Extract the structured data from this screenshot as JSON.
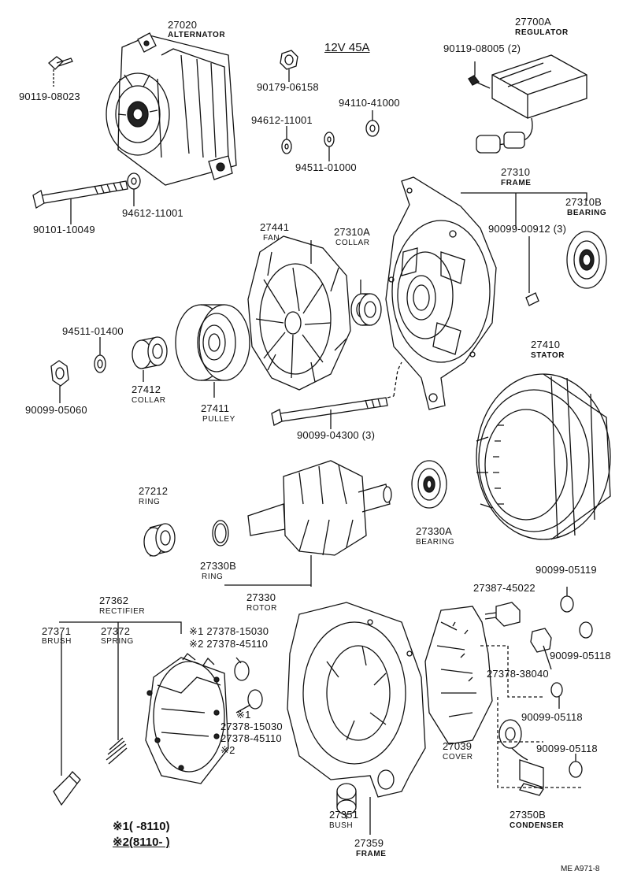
{
  "spec": "12V 45A",
  "parts": {
    "p27020": {
      "no": "27020",
      "name": "ALTERNATOR"
    },
    "p27700a": {
      "no": "27700A",
      "name": "REGULATOR"
    },
    "p90119_08005": {
      "no": "90119-08005 (2)"
    },
    "p90119_08023": {
      "no": "90119-08023"
    },
    "p90179": {
      "no": "90179-06158"
    },
    "p94110": {
      "no": "94110-41000"
    },
    "p94612_top": {
      "no": "94612-11001"
    },
    "p94511_01000": {
      "no": "94511-01000"
    },
    "p94612_bottom": {
      "no": "94612-11001"
    },
    "p90101": {
      "no": "90101-10049"
    },
    "p27310": {
      "no": "27310",
      "name": "FRAME"
    },
    "p27310b": {
      "no": "27310B",
      "name": "BEARING"
    },
    "p90099_00912": {
      "no": "90099-00912 (3)"
    },
    "p27441": {
      "no": "27441",
      "name": "FAN"
    },
    "p27310a": {
      "no": "27310A",
      "name": "COLLAR"
    },
    "p94511_01400": {
      "no": "94511-01400"
    },
    "p27412": {
      "no": "27412",
      "name": "COLLAR"
    },
    "p27411": {
      "no": "27411",
      "name": "PULLEY"
    },
    "p90099_05060": {
      "no": "90099-05060"
    },
    "p27410": {
      "no": "27410",
      "name": "STATOR"
    },
    "p90099_04300": {
      "no": "90099-04300 (3)"
    },
    "p27212": {
      "no": "27212",
      "name": "RING"
    },
    "p27330b": {
      "no": "27330B",
      "name": "RING"
    },
    "p27330": {
      "no": "27330",
      "name": "ROTOR"
    },
    "p27330a": {
      "no": "27330A",
      "name": "BEARING"
    },
    "p27362": {
      "no": "27362",
      "name": "RECTIFIER"
    },
    "p27371": {
      "no": "27371",
      "name": "BRUSH"
    },
    "p27372": {
      "no": "27372",
      "name": "SPRING"
    },
    "p27378_a": {
      "no": "※1 27378-15030"
    },
    "p27378_b": {
      "no": "※2 27378-45110"
    },
    "p27378_c": {
      "no": "※1"
    },
    "p27378_d": {
      "no": "27378-15030"
    },
    "p27378_e": {
      "no": "27378-45110"
    },
    "p27378_f": {
      "no": "※2"
    },
    "p27387": {
      "no": "27387-45022"
    },
    "p90099_05119": {
      "no": "90099-05119"
    },
    "p90099_05118_a": {
      "no": "90099-05118"
    },
    "p27378_38040": {
      "no": "27378-38040"
    },
    "p90099_05118_b": {
      "no": "90099-05118"
    },
    "p90099_05118_c": {
      "no": "90099-05118"
    },
    "p27039": {
      "no": "27039",
      "name": "COVER"
    },
    "p27350b": {
      "no": "27350B",
      "name": "CONDENSER"
    },
    "p27351": {
      "no": "27351",
      "name": "BUSH"
    },
    "p27359": {
      "no": "27359",
      "name": "FRAME"
    }
  },
  "footnotes": {
    "n1": "※1(      -8110)",
    "n2": "※2(8110-        )"
  },
  "ref": "ME  A971-8"
}
